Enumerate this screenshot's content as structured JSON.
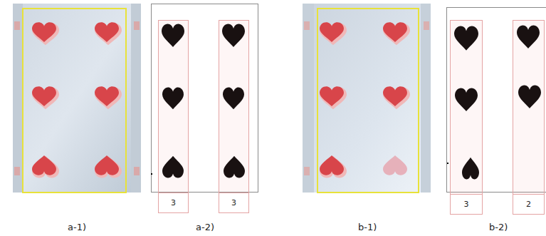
{
  "diagram": {
    "nodes": [
      {
        "text": [
          "3"
        ]
      },
      {
        "text": [
          "3"
        ]
      },
      {
        "text": [
          "3"
        ]
      },
      {
        "text": [
          "2"
        ]
      }
    ],
    "labels": [
      "a-1)",
      "a-2)",
      "b-1)",
      "b-2)"
    ]
  }
}
